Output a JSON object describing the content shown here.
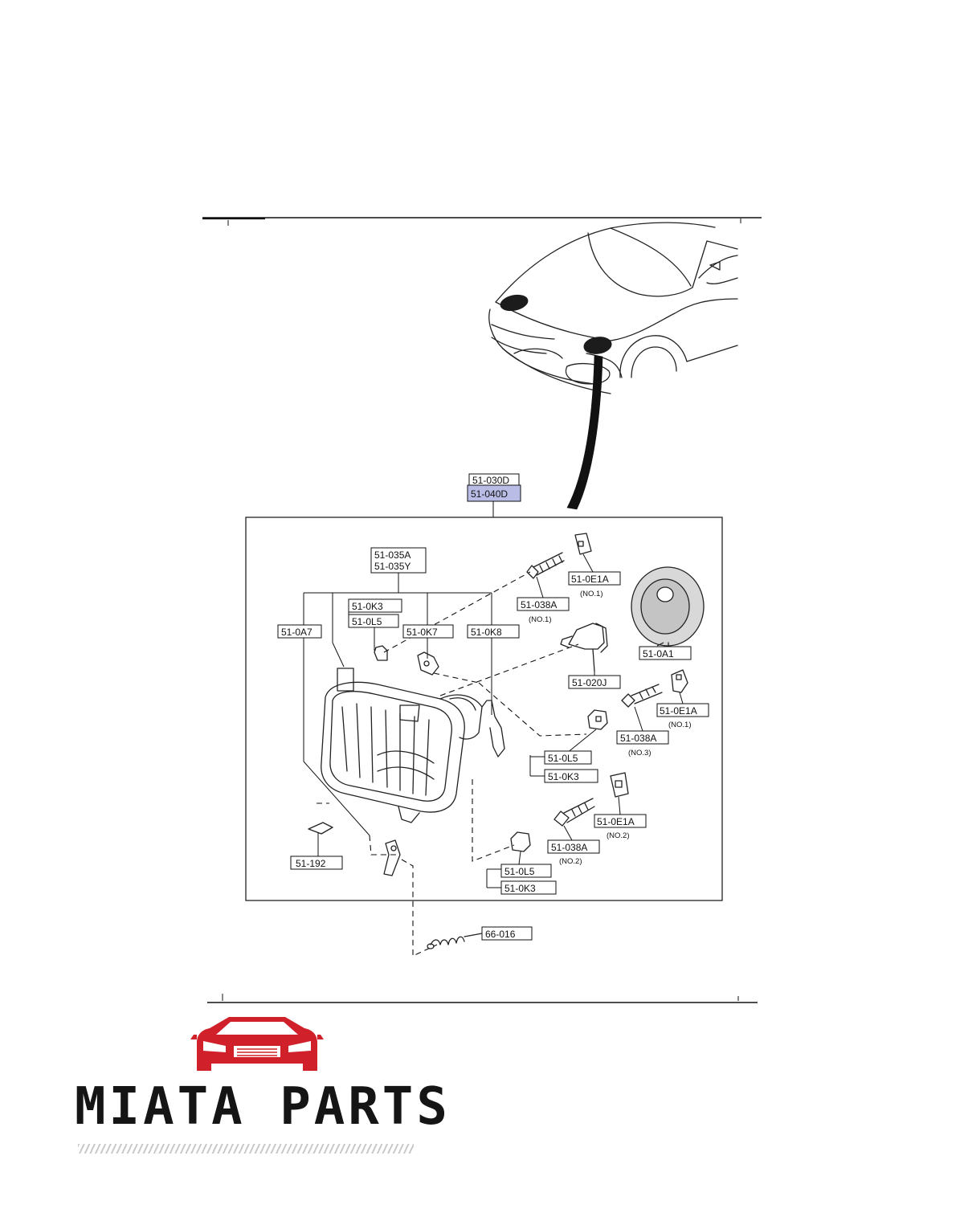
{
  "assembly": {
    "line1": "51-030D",
    "line2": "51-040D",
    "highlight": "#b9bde6"
  },
  "labels": {
    "l035": [
      "51-035A",
      "51-035Y"
    ],
    "l0a7": "51-0A7",
    "l0k3a": "51-0K3",
    "l0l5a": "51-0L5",
    "l0k7": "51-0K7",
    "l0k8": "51-0K8",
    "l038a1": "51-038A",
    "l038a1n": "(NO.1)",
    "l0e1a1": "51-0E1A",
    "l0e1a1n": "(NO.1)",
    "l0a1": "51-0A1",
    "l020j": "51-020J",
    "l0e1a2": "51-0E1A",
    "l0e1a2n": "(NO.1)",
    "l038a3": "51-038A",
    "l038a3n": "(NO.3)",
    "l0l5b": "51-0L5",
    "l0k3b": "51-0K3",
    "l0e1a3": "51-0E1A",
    "l0e1a3n": "(NO.2)",
    "l038a2": "51-038A",
    "l038a2n": "(NO.2)",
    "l192": "51-192",
    "l0l5c": "51-0L5",
    "l0k3c": "51-0K3",
    "l66016": "66-016"
  },
  "logo": {
    "brand": "MIATA PARTS",
    "color": "#d0202a"
  }
}
